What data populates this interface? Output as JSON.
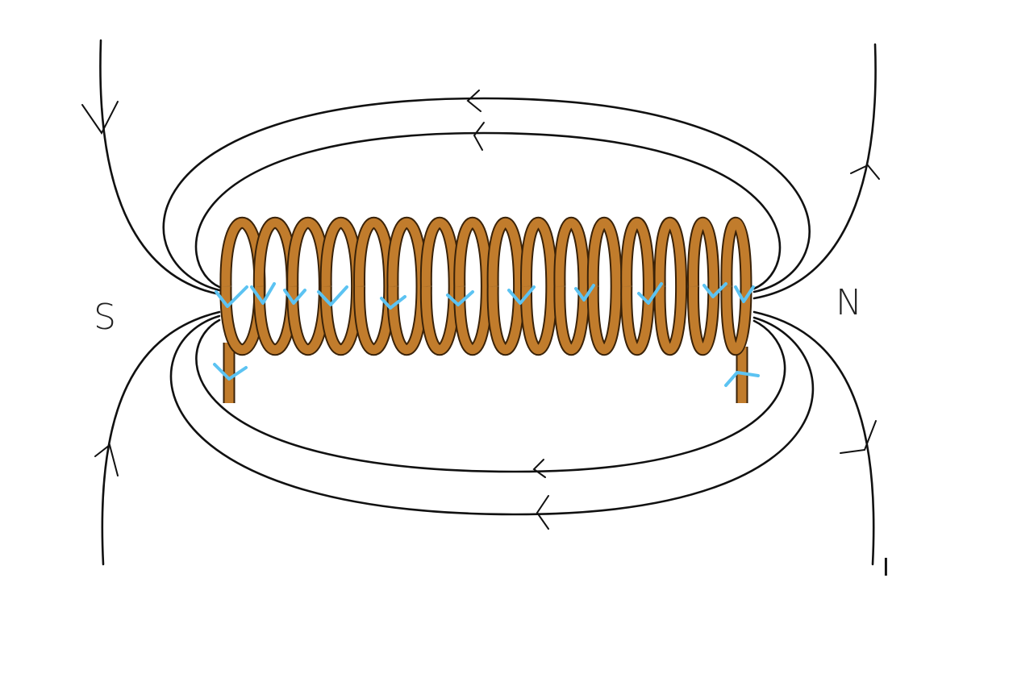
{
  "diagram": {
    "title_visible": false,
    "labels": {
      "south_pole": "S",
      "north_pole": "N",
      "current": "I"
    },
    "colors": {
      "field_lines": "#111111",
      "coil": "#c17c2c",
      "coil_outline": "#3a2208",
      "current_marks": "#5cc3f2"
    },
    "coil_turns": 16
  }
}
